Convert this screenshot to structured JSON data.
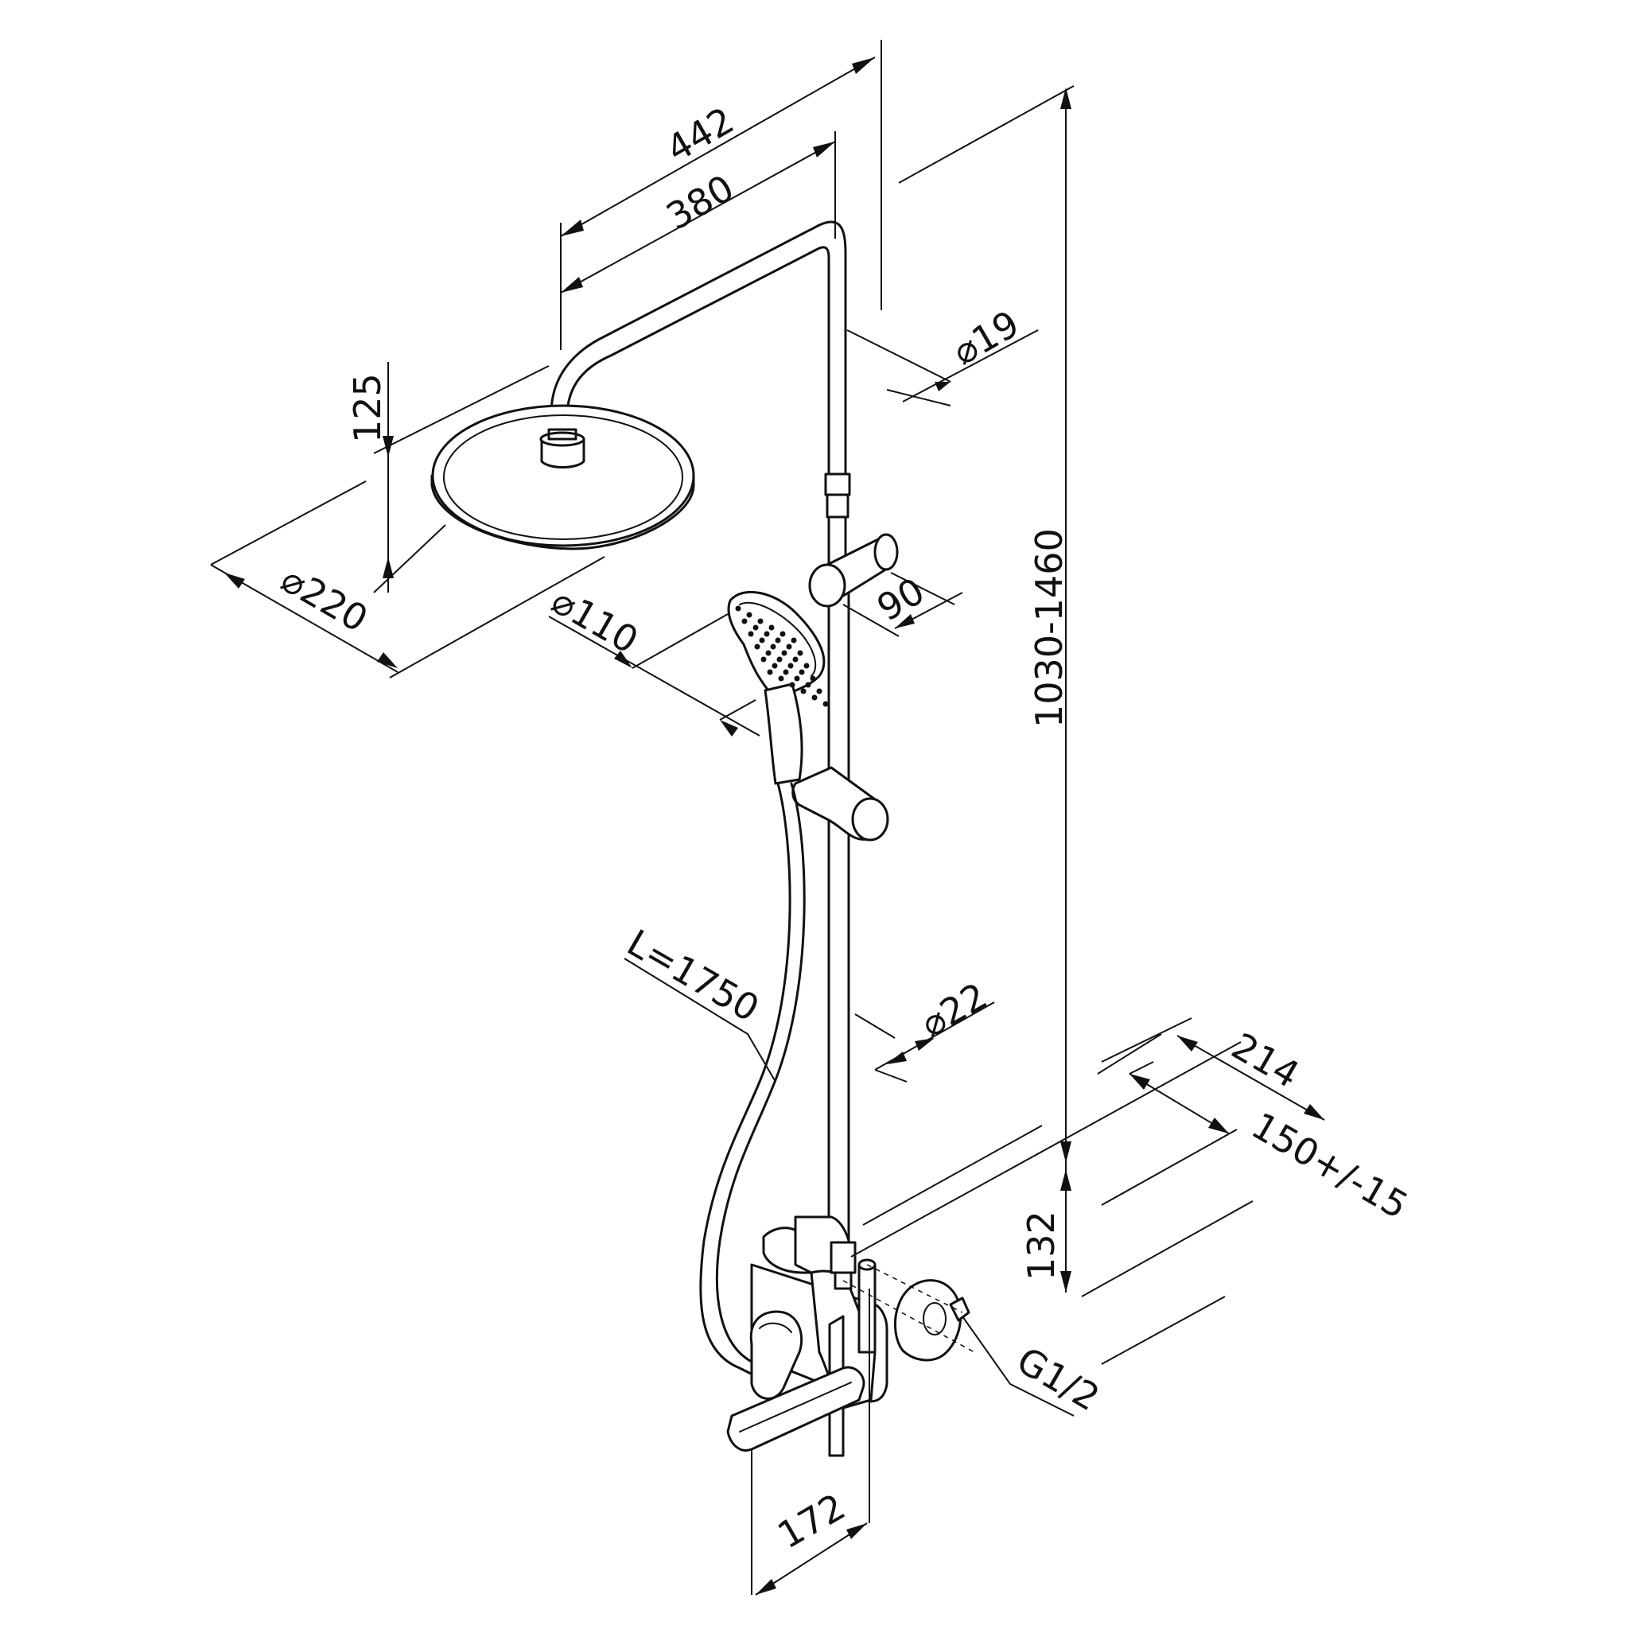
{
  "dimensions": {
    "top_outer_length": "442",
    "top_inner_length": "380",
    "top_shower_height": "125",
    "top_shower_diameter": "⌀220",
    "upper_pipe_diameter": "⌀19",
    "adjustable_height": "1030-1460",
    "holder_offset": "90",
    "hand_shower_diameter": "⌀110",
    "hose_length": "L=1750",
    "lower_pipe_diameter": "⌀22",
    "wall_depth": "214",
    "inlet_spacing": "150+/-15",
    "mixer_height": "132",
    "inlet_thread": "G1/2",
    "spout_length": "172"
  },
  "colors": {
    "line": "#111111",
    "background": "#ffffff"
  }
}
